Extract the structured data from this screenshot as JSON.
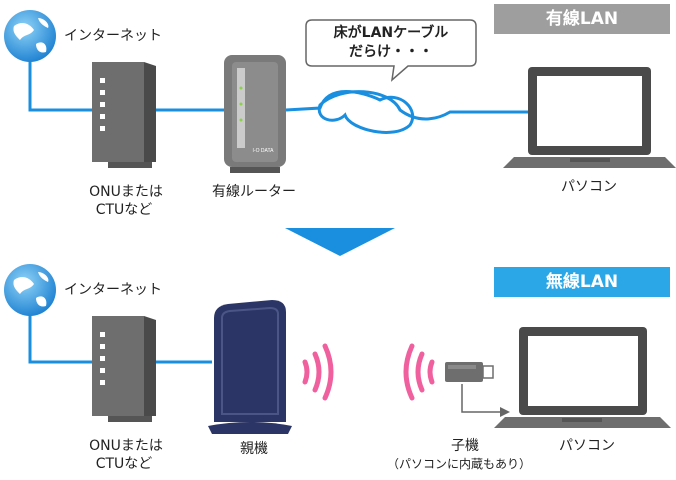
{
  "wired": {
    "badge": "有線LAN",
    "internet": "インターネット",
    "onu_line1": "ONUまたは",
    "onu_line2": "CTUなど",
    "router": "有線ルーター",
    "router_brand": "I-O DATA",
    "bubble_line1": "床がLANケーブル",
    "bubble_line2": "だらけ・・・",
    "pc": "パソコン"
  },
  "wireless": {
    "badge": "無線LAN",
    "internet": "インターネット",
    "onu_line1": "ONUまたは",
    "onu_line2": "CTUなど",
    "parent": "親機",
    "child": "子機",
    "child_note": "（パソコンに内蔵もあり）",
    "pc": "パソコン"
  },
  "colors": {
    "cable": "#1a8fe0",
    "wired_badge": "#9e9e9e",
    "wireless_badge": "#2ba7e8",
    "signal": "#f0609e",
    "device_gray": "#6e6e6e",
    "parent_navy": "#2b3566"
  }
}
